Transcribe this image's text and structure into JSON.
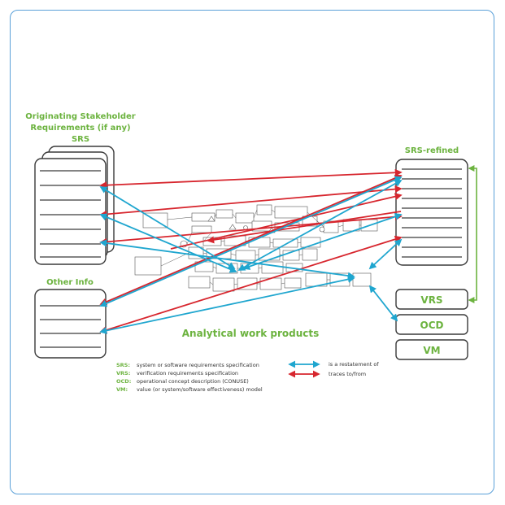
{
  "labels": {
    "originating_line1": "Originating Stakeholder",
    "originating_line2": "Requirements (if any)",
    "srs": "SRS",
    "srs_refined": "SRS-refined",
    "other_info": "Other Info",
    "analytical": "Analytical work products",
    "vrs": "VRS",
    "ocd": "OCD",
    "vm": "VM"
  },
  "legend": {
    "items": [
      {
        "key": "SRS:",
        "text": "system or software requirements specification"
      },
      {
        "key": "VRS:",
        "text": "verification requirements specification"
      },
      {
        "key": "OCD:",
        "text": "operational concept description (CONUSE)"
      },
      {
        "key": "VM:",
        "text": "value (or system/software effectiveness) model"
      }
    ],
    "blue_text": "is a restatement of",
    "red_text": "traces to/from"
  },
  "colors": {
    "green": "#6cb33f",
    "blue": "#1fa6cf",
    "red": "#d7262e",
    "frame": "#5aa0d8"
  }
}
